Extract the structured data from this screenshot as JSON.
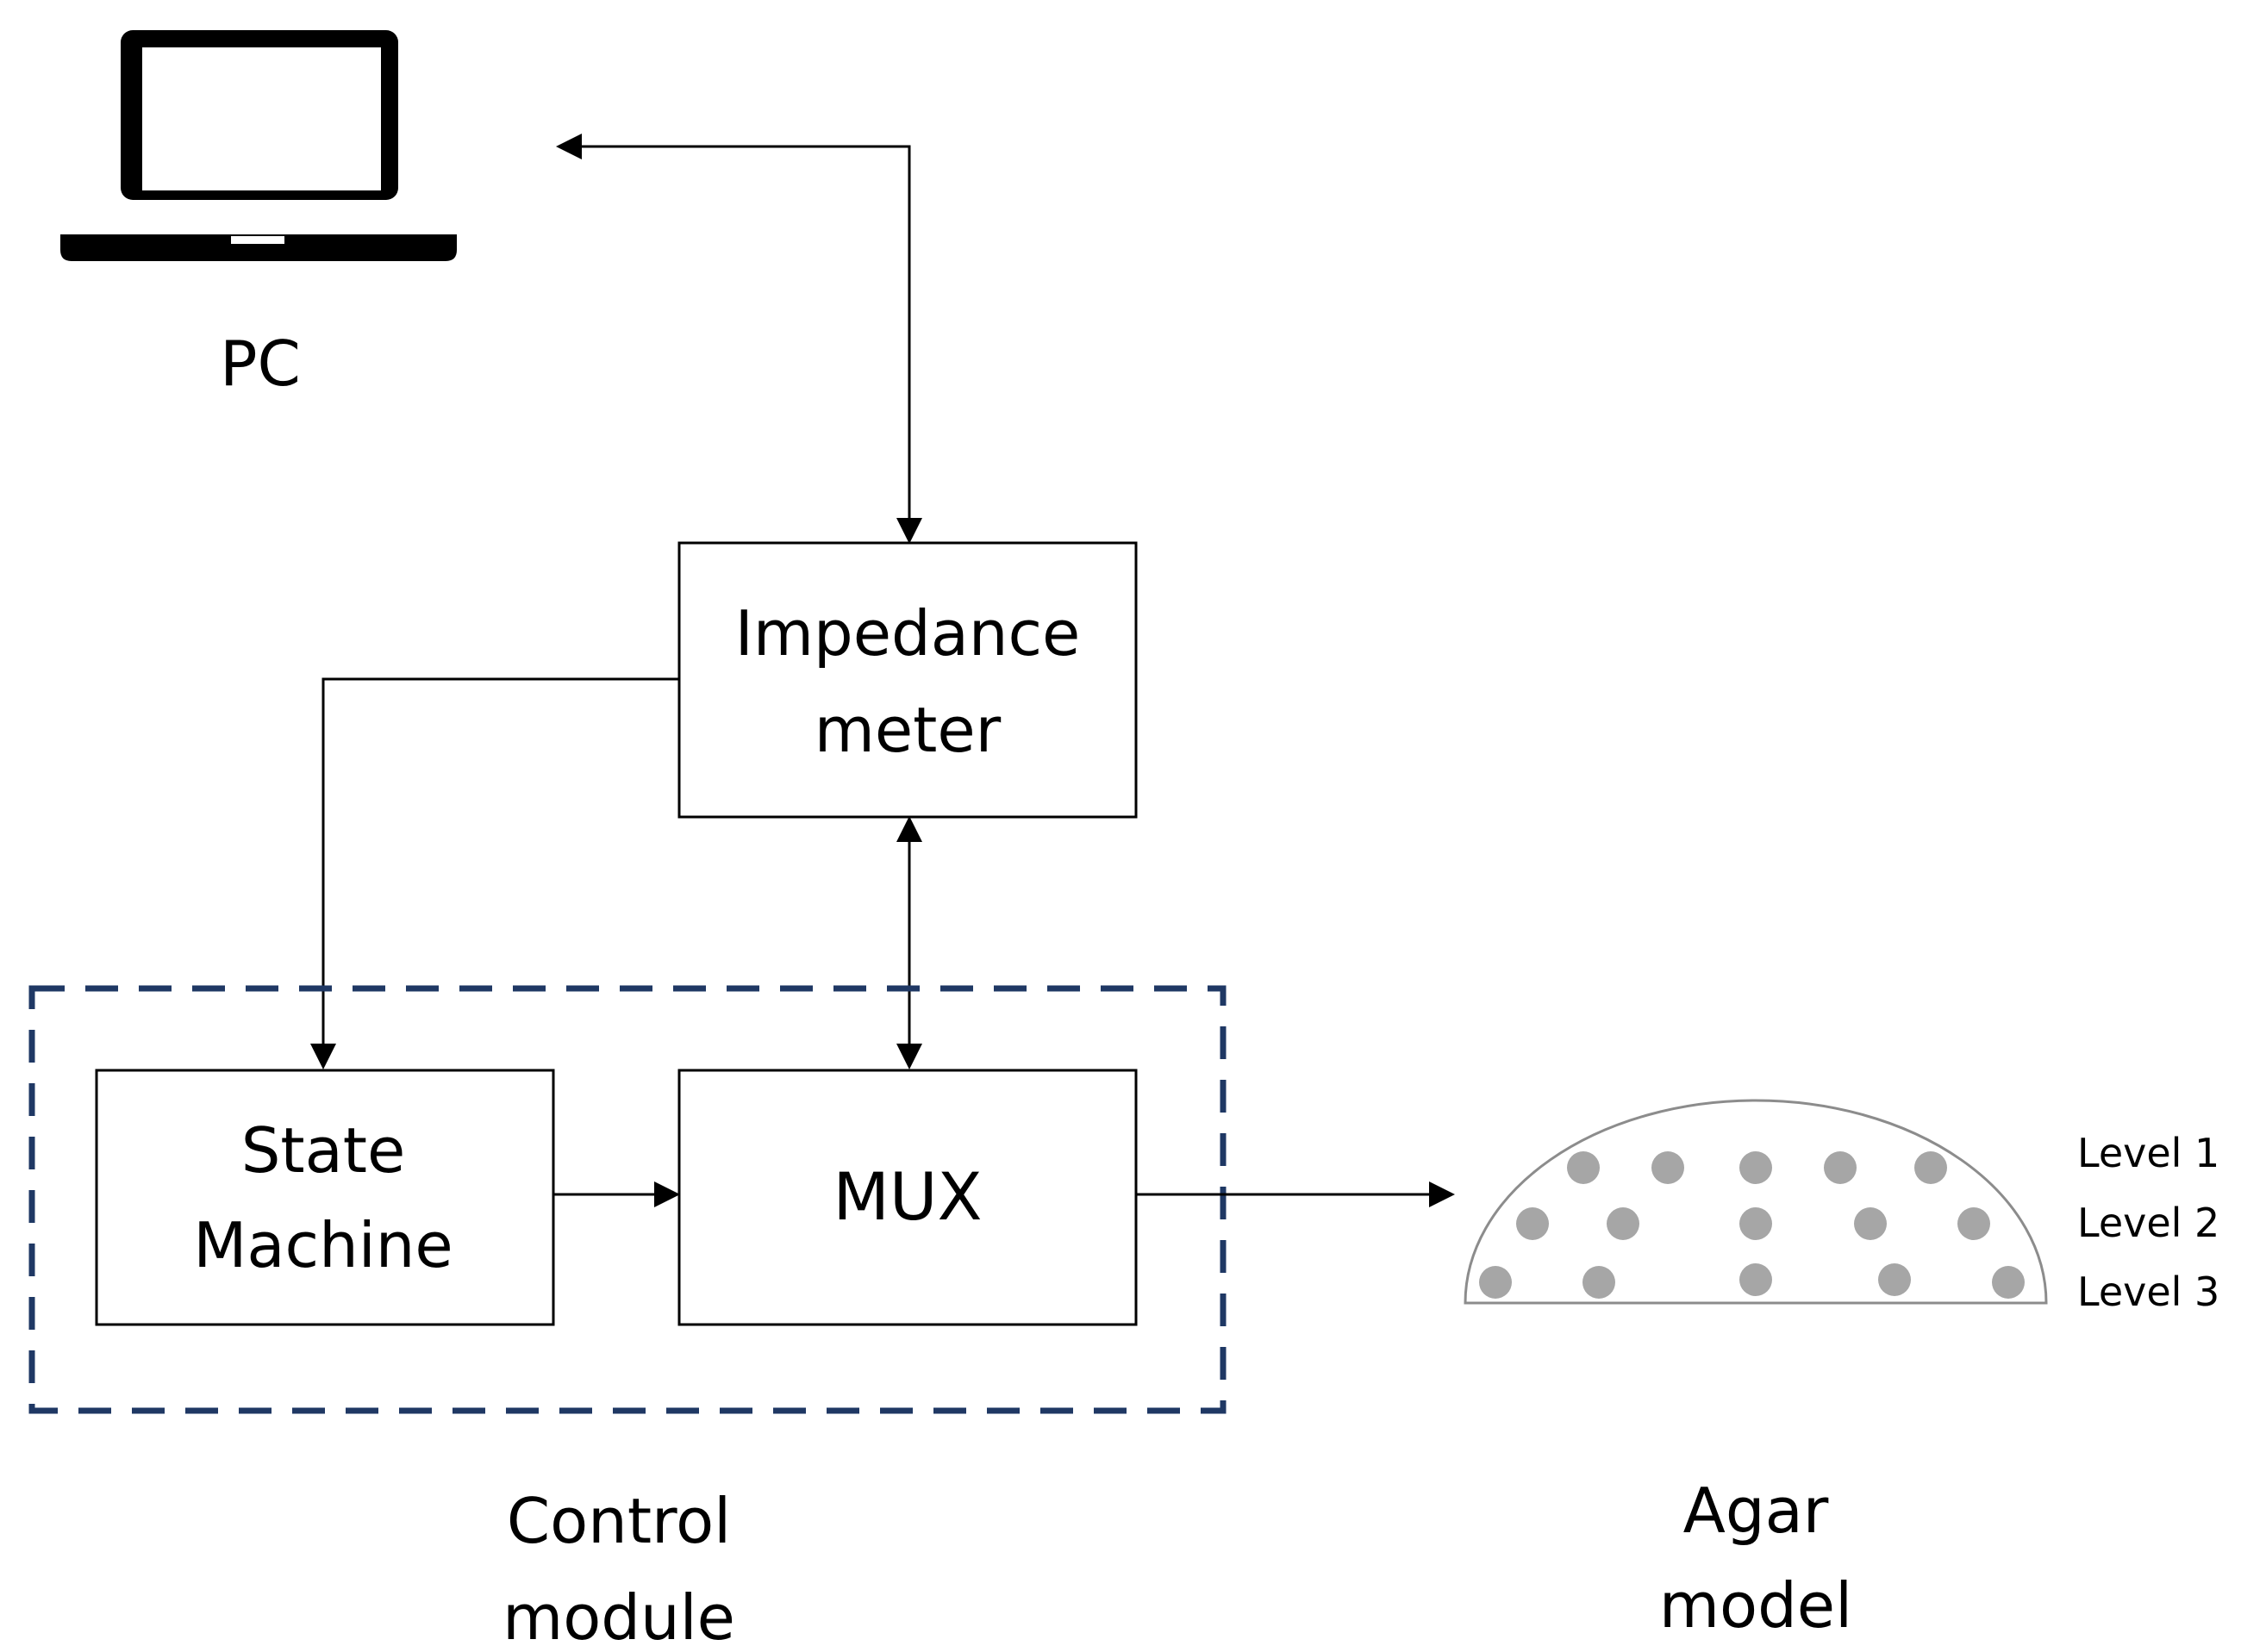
{
  "nodes": {
    "pc": {
      "label": "PC",
      "icon": "laptop-icon"
    },
    "impedance_meter": {
      "line1": "Impedance",
      "line2": "meter"
    },
    "state_machine": {
      "line1": "State",
      "line2": "Machine"
    },
    "mux": {
      "label": "MUX"
    },
    "control_module": {
      "line1": "Control",
      "line2": "module"
    },
    "agar_model": {
      "line1": "Agar",
      "line2": "model",
      "levels": [
        "Level 1",
        "Level 2",
        "Level 3"
      ]
    }
  },
  "colors": {
    "stroke": "#000000",
    "dashed_border": "#1f3864",
    "electrode_dot": "#a6a6a6",
    "agar_outline": "#8c8c8c"
  }
}
